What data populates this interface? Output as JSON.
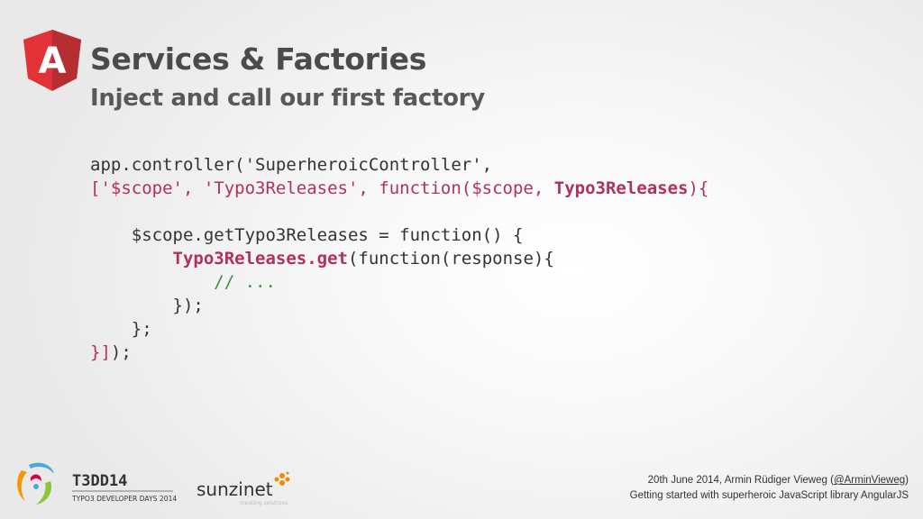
{
  "slide": {
    "title": "Services & Factories",
    "subtitle": "Inject and call our first factory"
  },
  "code": {
    "line1": "app.controller('SuperheroicController',",
    "line2_a": "['$scope', 'Typo3Releases', function($scope, ",
    "line2_b": "Typo3Releases",
    "line2_c": "){",
    "line4": "    $scope.getTypo3Releases = function() {",
    "line5_a": "Typo3Releases.get",
    "line5_b": "(function(response){",
    "line6": "// ...",
    "line7": "        });",
    "line8": "    };",
    "line9_a": "}]",
    "line9_b": ");"
  },
  "branding": {
    "angular_letter": "A",
    "t3dd_name": "T3DD14",
    "t3dd_tagline": "TYPO3 DEVELOPER DAYS 2014",
    "sponsor": "sunzinet",
    "sponsor_tagline": "creating solutions"
  },
  "footer": {
    "line1_prefix": "20th June 2014, Armin Rüdiger Vieweg (",
    "handle": "@ArminVieweg",
    "line1_suffix": ")",
    "line2": "Getting started with superheroic JavaScript library AngularJS"
  },
  "colors": {
    "angular_red": "#dd1b16",
    "angular_dark_red": "#b52e31",
    "code_highlight": "#b03060",
    "comment_green": "#3f8f3f"
  }
}
